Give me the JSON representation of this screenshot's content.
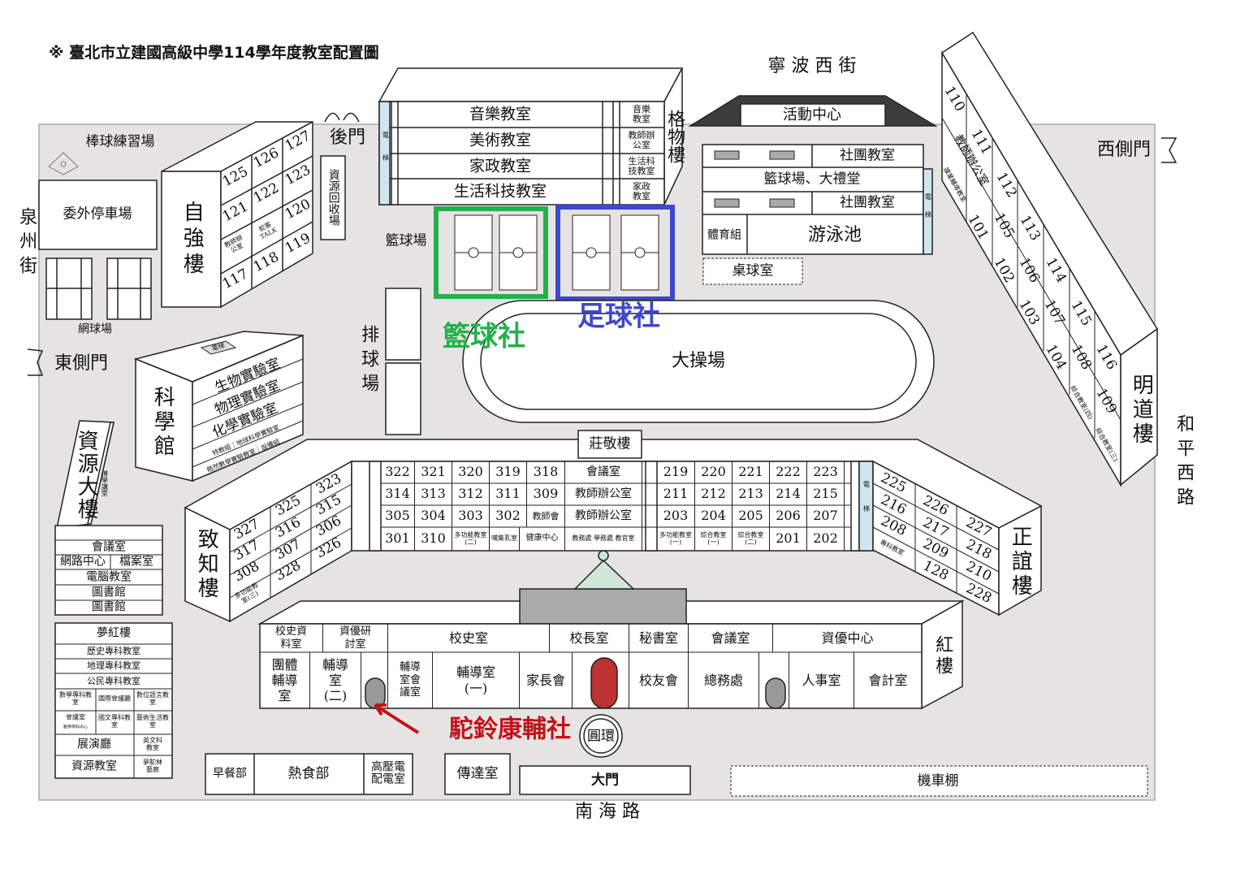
{
  "title": "※ 臺北市立建國高級中學114學年度教室配置圖",
  "streets": {
    "north": "寧 波 西 街",
    "west": "泉州街",
    "east": "和平西路",
    "south": "南 海 路"
  },
  "gates": {
    "back": "後門",
    "west": "西側門",
    "east": "東側門",
    "main": "大門"
  },
  "outdoor": {
    "baseball": "棒球練習場",
    "parking": "委外停車場",
    "tennis": "網球場",
    "recycling": "資源回收場",
    "basketball_court": "籃球場",
    "volleyball": "排球場",
    "field": "大操場",
    "roundabout": "圓環",
    "motorcycle": "機車棚"
  },
  "clubs": {
    "basketball": "籃球社",
    "football": "足球社",
    "camel": "駝鈴康輔社",
    "colors": {
      "basketball": "#22b14c",
      "football": "#3f48cc",
      "camel": "#c0141c"
    }
  },
  "ziqiang": {
    "name": "自強樓",
    "rooms": [
      "125",
      "126",
      "127",
      "121",
      "122",
      "123",
      "教師辦公室",
      "蛇客TALK",
      "120",
      "117",
      "118",
      "119"
    ]
  },
  "gewu": {
    "name": "格物樓",
    "elevator": "電梯",
    "rows": [
      "音樂教室",
      "美術教室",
      "家政教室",
      "生活科技教室"
    ],
    "side": [
      "音樂教室",
      "教師辦公室",
      "生活科技教室",
      "家政教室"
    ]
  },
  "activity": {
    "name": "活動中心",
    "club1": "社團教室",
    "hall": "籃球場、大禮堂",
    "club2": "社團教室",
    "pe": "體育組",
    "pool": "游泳池",
    "elevator": "電梯",
    "pingpong": "桌球室"
  },
  "mingdao": {
    "name": "明道樓",
    "rooms": [
      "110",
      "111",
      "112",
      "113",
      "114",
      "115",
      "116",
      "教師辦公室",
      "課業輔導教室",
      "101",
      "105",
      "102",
      "106",
      "103",
      "107",
      "104",
      "108",
      "109",
      "綜合教室(四)",
      "綜合教室(三)"
    ]
  },
  "science": {
    "name": "科學館",
    "elevator": "電梯",
    "rows": [
      "生物實驗室",
      "物理實驗室",
      "化學實驗室",
      "特教組｜地球科學實驗室",
      "皓然數學實驗教室｜設備組"
    ]
  },
  "resource": {
    "name": "資源大樓",
    "lecture": "博學講堂",
    "rows": [
      "會議室",
      "網路中心",
      "檔案室",
      "電腦教室",
      "圖書館",
      "圖書館"
    ]
  },
  "menghong": {
    "name": "夢紅樓",
    "rows": [
      "歷史專科教室",
      "地理專科教室",
      "公民專科教室",
      "數學專科教室",
      "國際會議廳",
      "數位語言教室",
      "會議室",
      "數學學科中心",
      "國文專科教室",
      "藝術生活教室",
      "展演廳",
      "英文科教室",
      "資源教室",
      "夢駝林藝廊"
    ]
  },
  "zhizhi": {
    "name": "致知樓",
    "rooms": [
      "323",
      "315",
      "306",
      "326",
      "325",
      "316",
      "307",
      "328",
      "327",
      "317",
      "308",
      "多功能教室(三)"
    ]
  },
  "zhuangjing": {
    "name": "莊敬樓",
    "row1": [
      "322",
      "321",
      "320",
      "319",
      "318",
      "會議室",
      "219",
      "220",
      "221",
      "222",
      "223"
    ],
    "row2": [
      "314",
      "313",
      "312",
      "311",
      "309",
      "教師辦公室",
      "211",
      "212",
      "213",
      "214",
      "215"
    ],
    "row3": [
      "305",
      "304",
      "303",
      "302",
      "教師會",
      "教師辦公室",
      "203",
      "204",
      "205",
      "206",
      "207"
    ],
    "row4": [
      "301",
      "310",
      "多功能教室(二)",
      "哺集乳室",
      "健康中心",
      "教務處 學務處 教官室",
      "多功能教室(一)",
      "綜合教室(一)",
      "綜合教室(二)",
      "201",
      "202"
    ],
    "elevator": "電梯"
  },
  "zhengyi": {
    "name": "正誼樓",
    "rooms": [
      "225",
      "226",
      "227",
      "216",
      "217",
      "218",
      "208",
      "209",
      "210",
      "專科教室",
      "128",
      "228"
    ]
  },
  "honglou": {
    "name": "紅樓",
    "row1": [
      "校史資料室",
      "資優研討室",
      "校史室",
      "校長室",
      "秘書室",
      "會議室",
      "資優中心"
    ],
    "row2": [
      "團體輔導室",
      "輔導室(二)",
      "輔導室會議室",
      "輔導室(一)",
      "家長會",
      "校友會",
      "總務處",
      "人事室",
      "會計室"
    ]
  },
  "bottom": {
    "breakfast": "早餐部",
    "food": "熱食部",
    "power": "高壓電配電室",
    "guard": "傳達室"
  }
}
